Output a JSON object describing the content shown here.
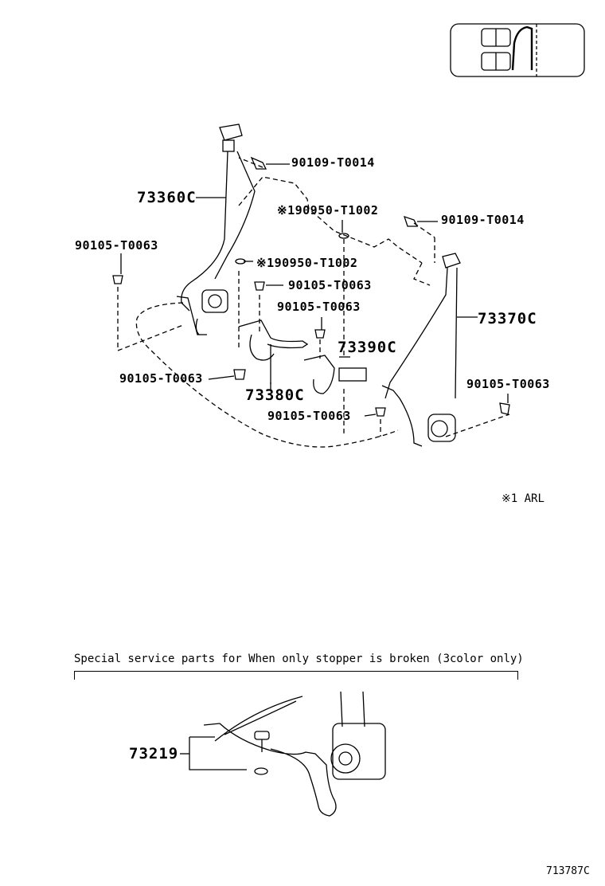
{
  "parts": {
    "p73360C": "73360C",
    "p90109a": "90109-T0014",
    "p190950a": "※190950-T1002",
    "p90109b": "90109-T0014",
    "p90105a": "90105-T0063",
    "p190950b": "※190950-T1002",
    "p90105b": "90105-T0063",
    "p90105c": "90105-T0063",
    "p73370C": "73370C",
    "p73390C": "73390C",
    "p90105d": "90105-T0063",
    "p73380C": "73380C",
    "p90105e": "90105-T0063",
    "p90105f": "90105-T0063",
    "p73219": "73219"
  },
  "note_arl": "※1 ARL",
  "special_caption": "Special service parts for When only stopper is broken (3color only)",
  "diagram_id": "713787C"
}
